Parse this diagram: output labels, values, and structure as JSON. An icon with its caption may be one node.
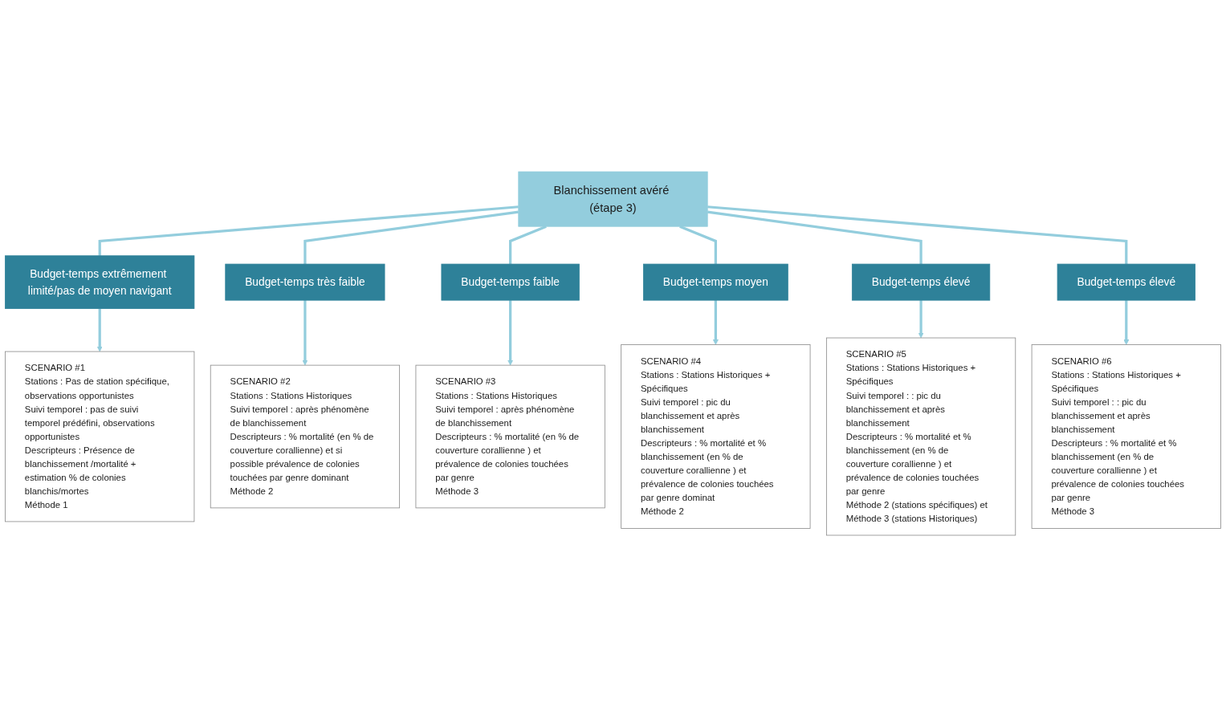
{
  "diagram": {
    "nodes": [
      {
        "text": [
          "Blanchissement avéré (étape 3)"
        ]
      },
      {
        "text": [
          "Budget-temps extrêmement limité/pas de moyen navigant"
        ]
      },
      {
        "text": [
          "Budget-temps élevé"
        ]
      },
      {
        "text": [
          "Budget-temps très faible"
        ]
      },
      {
        "text": [
          "Budget-temps moyen"
        ]
      },
      {
        "text": [
          "Budget-temps élevé"
        ]
      },
      {
        "text": [
          "Budget-temps faible"
        ]
      },
      {
        "text": [
          "SCENARIO #1",
          "Stations : Pas de station spécifique, observations opportunistes",
          "Suivi temporel : pas de suivi temporel prédéfini, observations opportunistes",
          "Descripteurs : Présence de blanchissement /mortalité + estimation % de colonies blanchis/mortes",
          "Méthode 1"
        ]
      },
      {
        "text": [
          "SCENARIO #6",
          "Stations : Stations Historiques + Spécifiques",
          "Suivi temporel : : pic du blanchissement et après blanchissement",
          "Descripteurs : % mortalité et % blanchissement (en % de couverture corallienne ) et prévalence de colonies touchées par genre",
          "Méthode 3"
        ]
      },
      {
        "text": [
          "SCENARIO #2",
          "Stations : Stations Historiques",
          "Suivi temporel : après phénomène de blanchissement",
          "Descripteurs : % mortalité (en % de couverture corallienne) et si possible prévalence de colonies touchées par genre dominant",
          "Méthode 2"
        ]
      },
      {
        "text": [
          "SCENARIO #3",
          "Stations : Stations Historiques",
          "Suivi temporel : après phénomène de blanchissement",
          "Descripteurs : % mortalité (en % de couverture corallienne ) et prévalence de colonies touchées par genre",
          "Méthode 3"
        ]
      },
      {
        "text": [
          "SCENARIO #4",
          "Stations : Stations Historiques + Spécifiques",
          "Suivi temporel : pic du blanchissement et après blanchissement",
          "Descripteurs : % mortalité et % blanchissement (en % de couverture corallienne ) et prévalence de colonies touchées par genre dominat",
          "Méthode 2"
        ]
      },
      {
        "text": [
          "SCENARIO #5",
          "Stations : Stations Historiques + Spécifiques",
          "Suivi temporel : : pic du blanchissement et après blanchissement",
          "Descripteurs : % mortalité et % blanchissement (en % de couverture corallienne ) et prévalence de colonies touchées par genre",
          "Méthode 2 (stations spécifiques) et Méthode 3 (stations Historiques)"
        ]
      }
    ],
    "edges": [
      {
        "from": 0,
        "to": 1,
        "arrow": "none"
      },
      {
        "from": 1,
        "to": 7,
        "arrow": "to"
      },
      {
        "from": 0,
        "to": 3,
        "arrow": "none"
      },
      {
        "from": 3,
        "to": 9,
        "arrow": "to"
      },
      {
        "from": 0,
        "to": 6,
        "arrow": "none"
      },
      {
        "from": 6,
        "to": 10,
        "arrow": "to"
      },
      {
        "from": 0,
        "to": 4,
        "arrow": "none"
      },
      {
        "from": 4,
        "to": 11,
        "arrow": "to"
      },
      {
        "from": 0,
        "to": 5,
        "arrow": "none"
      },
      {
        "from": 5,
        "to": 12,
        "arrow": "to"
      },
      {
        "from": 0,
        "to": 2,
        "arrow": "none"
      },
      {
        "from": 2,
        "to": 8,
        "arrow": "to"
      }
    ]
  }
}
